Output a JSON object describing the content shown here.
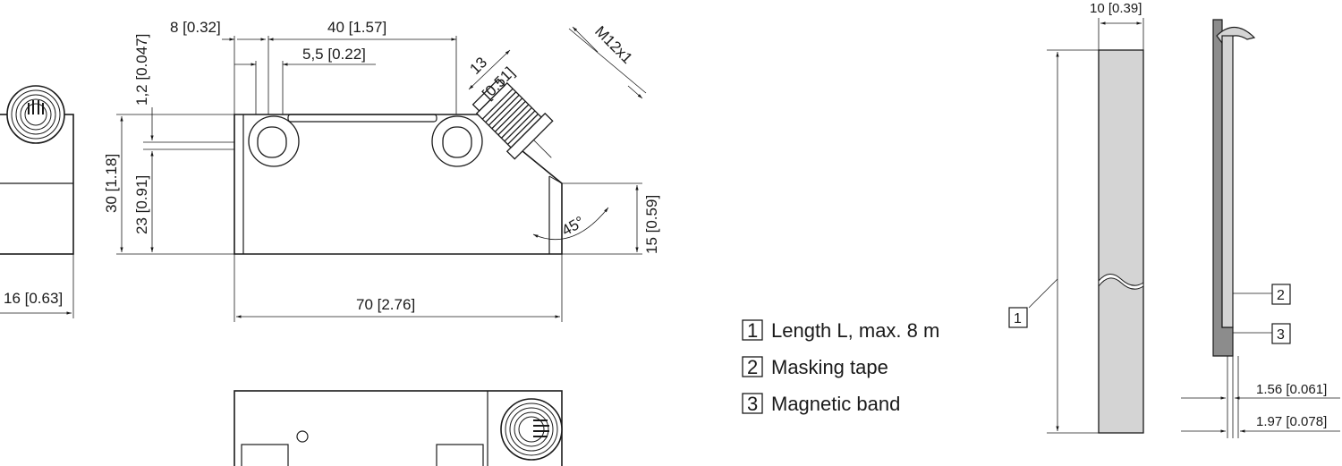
{
  "dimensions": {
    "d8": "8 [0.32]",
    "d40": "40 [1.57]",
    "d55": "5,5 [0.22]",
    "d12": "1,2 [0.047]",
    "d30": "30 [1.18]",
    "d23": "23 [0.91]",
    "d13a": "13",
    "d13b": "[0.51]",
    "m12": "M12x1",
    "d15": "15 [0.59]",
    "angle": "45°",
    "d70": "70 [2.76]",
    "d16": "16 [0.63]",
    "d10": "10 [0.39]",
    "d156": "1.56 [0.061]",
    "d197": "1.97 [0.078]"
  },
  "legend": [
    {
      "num": "1",
      "label": "Length L, max. 8 m"
    },
    {
      "num": "2",
      "label": "Masking tape"
    },
    {
      "num": "3",
      "label": "Magnetic band"
    }
  ],
  "callouts": {
    "c1": "1",
    "c2": "2",
    "c3": "3"
  },
  "colors": {
    "band": "#d4d4d4",
    "band_dark": "#8c8c8c",
    "line": "#1a1a1a"
  }
}
